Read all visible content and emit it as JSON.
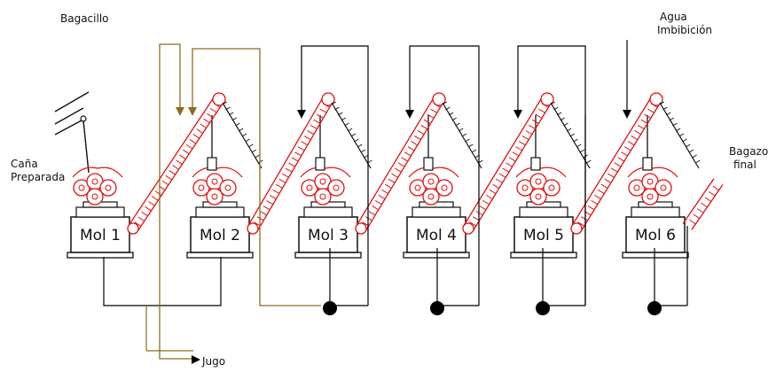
{
  "labels": {
    "bagacillo": "Bagacillo",
    "agua_line1": "Agua",
    "agua_line2": "Imbibición",
    "cana_line1": "Caña",
    "cana_line2": "Preparada",
    "bagazo_line1": "Bagazo",
    "bagazo_line2": "final",
    "jugo": "Jugo"
  },
  "mills": [
    {
      "label": "Mol 1"
    },
    {
      "label": "Mol 2"
    },
    {
      "label": "Mol 3"
    },
    {
      "label": "Mol 4"
    },
    {
      "label": "Mol 5"
    },
    {
      "label": "Mol 6"
    }
  ],
  "colors": {
    "conveyor": "#e01010",
    "bagacillo_line": "#8a6d1f",
    "juice_line": "#000000",
    "outline": "#111111"
  }
}
